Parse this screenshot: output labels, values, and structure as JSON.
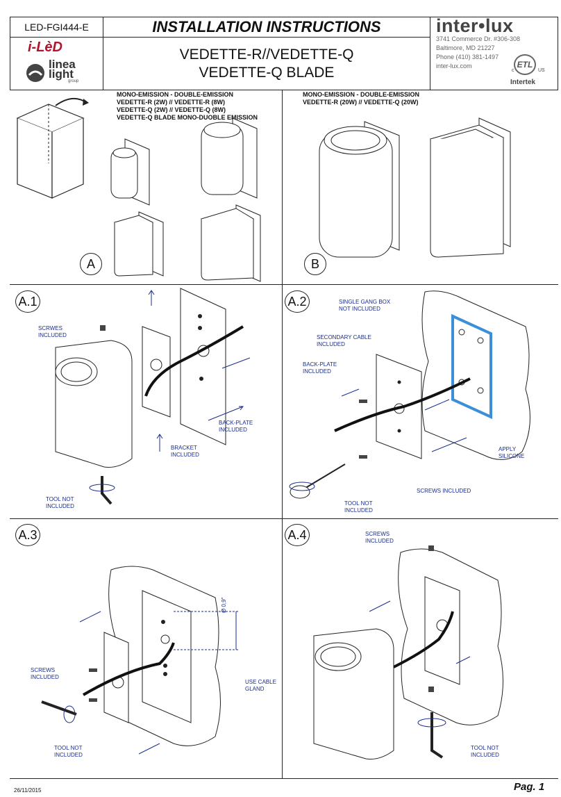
{
  "header": {
    "code": "LED-FGI444-E",
    "title": "INSTALLATION INSTRUCTIONS",
    "product_line1": "VEDETTE-R//VEDETTE-Q",
    "product_line2": "VEDETTE-Q BLADE",
    "brand_iled": "i-LèD",
    "brand_linea": "linea light",
    "brand_group": "group",
    "company": "inter•lux",
    "address_line1": "3741 Commerce Dr. #306-308",
    "address_line2": "Baltimore, MD 21227",
    "address_line3": "Phone (410) 381-1497",
    "address_line4": "inter-lux.com",
    "cert_mark": "ETL",
    "cert_c": "c",
    "cert_us": "US",
    "cert_org": "Intertek"
  },
  "section_a": {
    "caption_line1": "MONO-EMISSION - DOUBLE-EMISSION",
    "caption_line2": "VEDETTE-R (2W) // VEDETTE-R (8W)",
    "caption_line3": "VEDETTE-Q (2W) // VEDETTE-Q (8W)",
    "caption_line4": "VEDETTE-Q BLADE MONO-DUOBLE EMISSION",
    "badge": "A"
  },
  "section_b": {
    "caption_line1": "MONO-EMISSION - DOUBLE-EMISSION",
    "caption_line2": "VEDETTE-R (20W) // VEDETTE-Q (20W)",
    "badge": "B"
  },
  "step_a1": {
    "badge": "A.1",
    "screws": [
      "SCRWES",
      "INCLUDED"
    ],
    "backplate": [
      "BACK-PLATE",
      "INCLUDED"
    ],
    "bracket": [
      "BRACKET",
      "INCLUDED"
    ],
    "tool": [
      "TOOL NOT",
      "INCLUDED"
    ]
  },
  "step_a2": {
    "badge": "A.2",
    "gangbox": [
      "SINGLE GANG BOX",
      "NOT INCLUDED"
    ],
    "secondary": [
      "SECONDARY CABLE",
      "INCLUDED"
    ],
    "backplate": [
      "BACK-PLATE",
      "INCLUDED"
    ],
    "silicone": [
      "APPLY",
      "SILICONE"
    ],
    "screws": "SCREWS INCLUDED",
    "tool": [
      "TOOL NOT",
      "INCLUDED"
    ]
  },
  "step_a3": {
    "badge": "A.3",
    "screws": [
      "SCREWS",
      "INCLUDED"
    ],
    "gland": [
      "USE CABLE",
      "GLAND"
    ],
    "diameter": "Ø 0,9\"",
    "tool": [
      "TOOL NOT",
      "INCLUDED"
    ]
  },
  "step_a4": {
    "badge": "A.4",
    "screws": [
      "SCREWS",
      "INCLUDED"
    ],
    "tool": [
      "TOOL NOT",
      "INCLUDED"
    ]
  },
  "footer": {
    "date": "26/11/2015",
    "page": "Pag. 1"
  },
  "colors": {
    "callout_blue": "#1a2d8c",
    "gangbox_blue": "#3a8fd8",
    "brand_red": "#b3122d"
  }
}
